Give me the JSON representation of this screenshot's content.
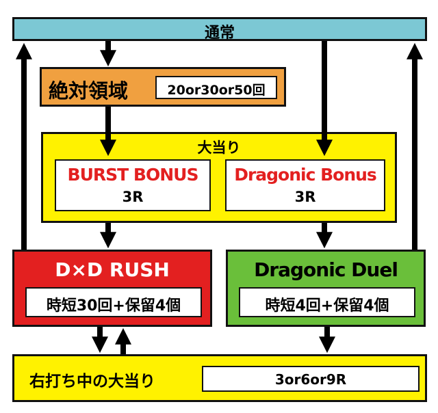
{
  "colors": {
    "normal_bg": "#7cc8d4",
    "zone_bg": "#f0a040",
    "yellow_bg": "#fff200",
    "rush_bg": "#e32020",
    "duel_bg": "#6abf3a",
    "bonus_text": "#e32020",
    "arrow": "#000000"
  },
  "normal": {
    "label": "通常"
  },
  "zone": {
    "label": "絶対領域",
    "count": "20or30or50回"
  },
  "jackpot": {
    "label": "大当り",
    "burst": {
      "name": "BURST BONUS",
      "rounds": "3R"
    },
    "dragonic_bonus": {
      "name": "Dragonic Bonus",
      "rounds": "3R"
    }
  },
  "rush": {
    "name": "D×D RUSH",
    "detail": "時短30回+保留4個"
  },
  "duel": {
    "name": "Dragonic Duel",
    "detail": "時短4回+保留4個"
  },
  "right_hit": {
    "label": "右打ち中の大当り",
    "rounds": "3or6or9R"
  }
}
